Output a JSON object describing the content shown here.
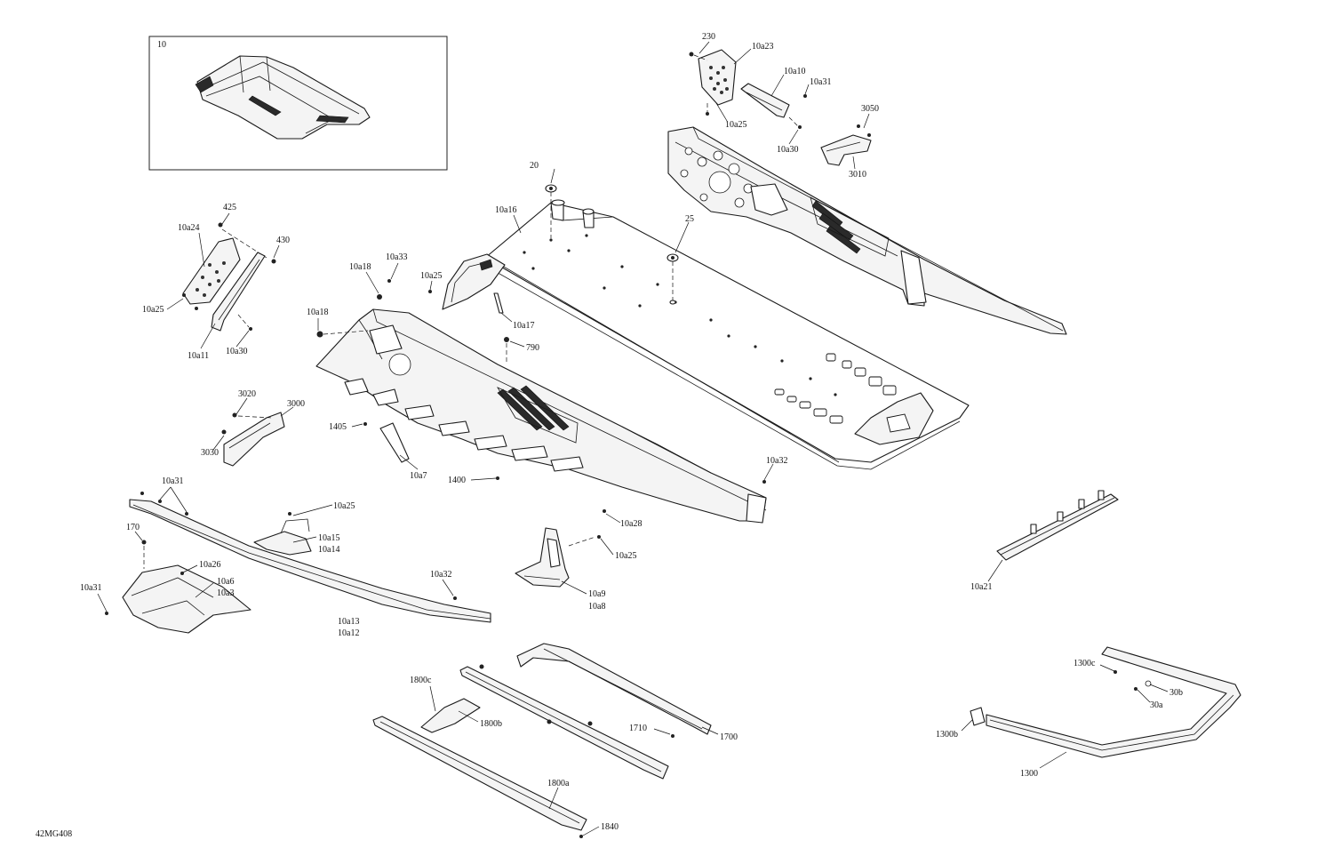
{
  "diagram_code": "42MG408",
  "inset_label": "10",
  "callouts": [
    {
      "id": "230",
      "text": "230"
    },
    {
      "id": "10a23",
      "text": "10a23"
    },
    {
      "id": "10a10",
      "text": "10a10"
    },
    {
      "id": "10a31-top",
      "text": "10a31"
    },
    {
      "id": "10a25-top",
      "text": "10a25"
    },
    {
      "id": "10a30-top",
      "text": "10a30"
    },
    {
      "id": "3050",
      "text": "3050"
    },
    {
      "id": "3010",
      "text": "3010"
    },
    {
      "id": "20",
      "text": "20"
    },
    {
      "id": "10a16",
      "text": "10a16"
    },
    {
      "id": "25",
      "text": "25"
    },
    {
      "id": "425",
      "text": "425"
    },
    {
      "id": "10a24",
      "text": "10a24"
    },
    {
      "id": "430",
      "text": "430"
    },
    {
      "id": "10a25-left",
      "text": "10a25"
    },
    {
      "id": "10a11",
      "text": "10a11"
    },
    {
      "id": "10a30-left",
      "text": "10a30"
    },
    {
      "id": "10a18-a",
      "text": "10a18"
    },
    {
      "id": "10a33",
      "text": "10a33"
    },
    {
      "id": "10a25-mid",
      "text": "10a25"
    },
    {
      "id": "10a18-b",
      "text": "10a18"
    },
    {
      "id": "10a17",
      "text": "10a17"
    },
    {
      "id": "790",
      "text": "790"
    },
    {
      "id": "3020",
      "text": "3020"
    },
    {
      "id": "3000",
      "text": "3000"
    },
    {
      "id": "3030",
      "text": "3030"
    },
    {
      "id": "1405",
      "text": "1405"
    },
    {
      "id": "10a7",
      "text": "10a7"
    },
    {
      "id": "1400",
      "text": "1400"
    },
    {
      "id": "10a32-mid",
      "text": "10a32"
    },
    {
      "id": "10a28",
      "text": "10a28"
    },
    {
      "id": "10a31-bl",
      "text": "10a31"
    },
    {
      "id": "10a25-bl",
      "text": "10a25"
    },
    {
      "id": "170",
      "text": "170"
    },
    {
      "id": "10a15",
      "text": "10a15"
    },
    {
      "id": "10a14",
      "text": "10a14"
    },
    {
      "id": "10a26",
      "text": "10a26"
    },
    {
      "id": "10a6",
      "text": "10a6"
    },
    {
      "id": "10a3",
      "text": "10a3"
    },
    {
      "id": "10a31-left",
      "text": "10a31"
    },
    {
      "id": "10a32-low",
      "text": "10a32"
    },
    {
      "id": "10a13",
      "text": "10a13"
    },
    {
      "id": "10a12",
      "text": "10a12"
    },
    {
      "id": "10a25-br",
      "text": "10a25"
    },
    {
      "id": "10a9",
      "text": "10a9"
    },
    {
      "id": "10a8",
      "text": "10a8"
    },
    {
      "id": "10a21",
      "text": "10a21"
    },
    {
      "id": "1800c",
      "text": "1800c"
    },
    {
      "id": "1800b",
      "text": "1800b"
    },
    {
      "id": "1710",
      "text": "1710"
    },
    {
      "id": "1700",
      "text": "1700"
    },
    {
      "id": "1800a",
      "text": "1800a"
    },
    {
      "id": "1840",
      "text": "1840"
    },
    {
      "id": "1300c",
      "text": "1300c"
    },
    {
      "id": "30b",
      "text": "30b"
    },
    {
      "id": "30a",
      "text": "30a"
    },
    {
      "id": "1300b",
      "text": "1300b"
    },
    {
      "id": "1300",
      "text": "1300"
    }
  ]
}
